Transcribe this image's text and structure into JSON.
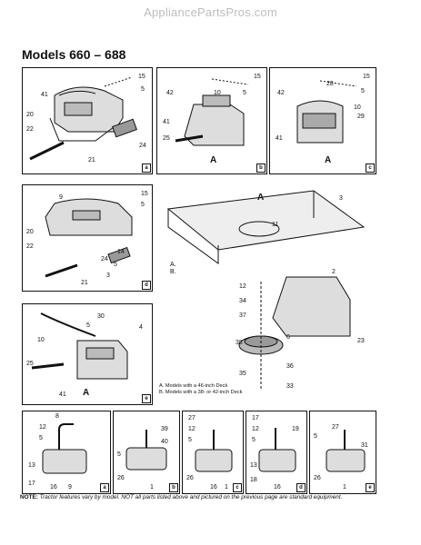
{
  "watermark": "AppliancePartsPros.com",
  "title": "Models 660 – 688",
  "letters": [
    "a",
    "b",
    "c",
    "d",
    "e"
  ],
  "bigA": "A",
  "legend": {
    "a": "A. Models with a 46-inch Deck",
    "b": "B. Models with a 38- or 42-inch Deck"
  },
  "note": {
    "label": "NOTE:",
    "text": "Tractor features vary by model. NOT all parts listed above and pictured on the previous page are standard equipment."
  },
  "labels": {
    "pa": [
      "15",
      "41",
      "5",
      "20",
      "22",
      "24",
      "21"
    ],
    "pb": [
      "15",
      "42",
      "10",
      "5",
      "41",
      "25"
    ],
    "pc": [
      "15",
      "42",
      "28",
      "5",
      "10",
      "29",
      "41"
    ],
    "pd": [
      "15",
      "9",
      "5",
      "20",
      "22",
      "14",
      "24",
      "5",
      "3",
      "21"
    ],
    "pe": [
      "30",
      "5",
      "4",
      "10",
      "25",
      "41"
    ],
    "frame": [
      "3",
      "11",
      "2",
      "12",
      "34",
      "37",
      "6",
      "38",
      "36",
      "23",
      "35",
      "33",
      "A.",
      "B."
    ],
    "m1": [
      "8",
      "12",
      "5",
      "13",
      "17",
      "16",
      "9"
    ],
    "m2": [
      "39",
      "40",
      "5",
      "26",
      "1"
    ],
    "m3": [
      "27",
      "12",
      "5",
      "26",
      "16",
      "1"
    ],
    "m4": [
      "17",
      "12",
      "5",
      "13",
      "18",
      "16",
      "19"
    ],
    "m5": [
      "27",
      "5",
      "31",
      "26",
      "1"
    ]
  }
}
